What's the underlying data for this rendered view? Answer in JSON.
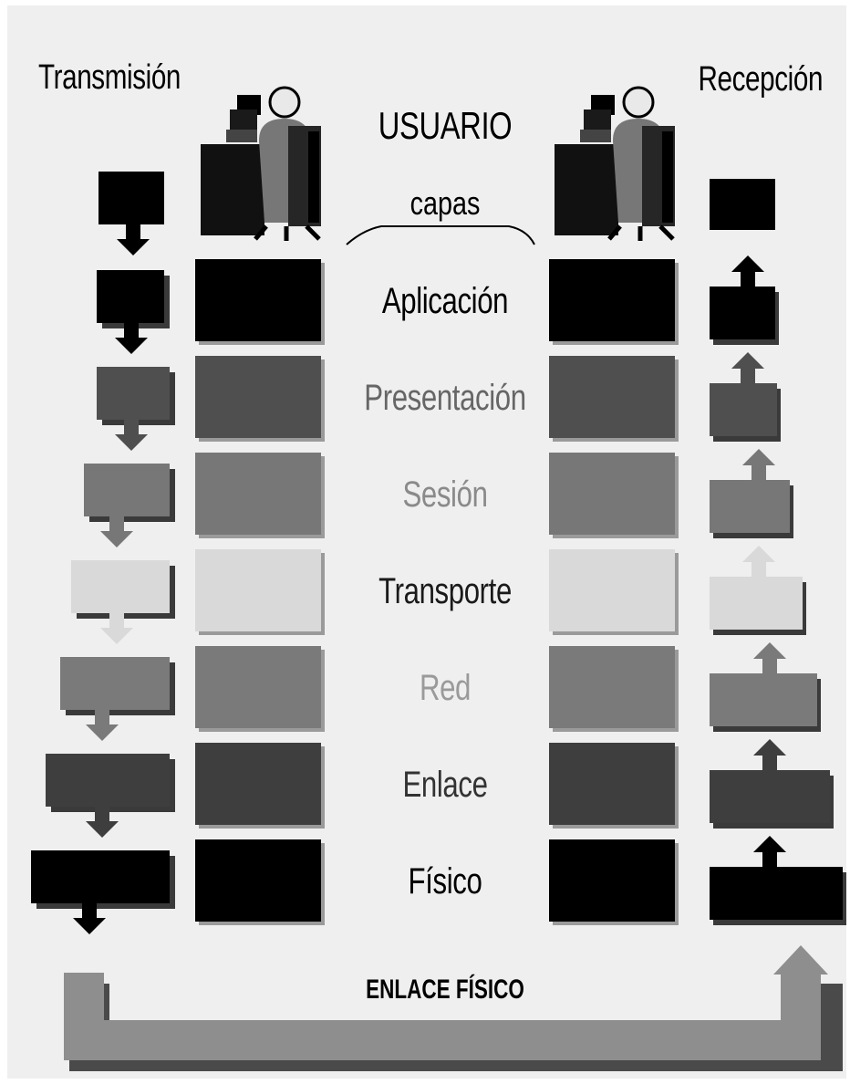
{
  "headings": {
    "transmision": "Transmisión",
    "recepcion": "Recepción",
    "usuario": "USUARIO",
    "capas": "capas"
  },
  "layers": [
    {
      "label": "Aplicación",
      "color": "#000000",
      "text_color": "#000000"
    },
    {
      "label": "Presentación",
      "color": "#4f4f4f",
      "text_color": "#666666"
    },
    {
      "label": "Sesión",
      "color": "#777777",
      "text_color": "#8a8a8a"
    },
    {
      "label": "Transporte",
      "color": "#d9d9d9",
      "text_color": "#1a1a1a"
    },
    {
      "label": "Red",
      "color": "#7a7a7a",
      "text_color": "#9a9a9a"
    },
    {
      "label": "Enlace",
      "color": "#3e3e3e",
      "text_color": "#333333"
    },
    {
      "label": "Físico",
      "color": "#000000",
      "text_color": "#000000"
    }
  ],
  "physical_link": {
    "label": "ENLACE FÍSICO",
    "color": "#8e8e8e"
  },
  "icons": [
    "user-workstation-icon-left",
    "user-workstation-icon-right"
  ]
}
